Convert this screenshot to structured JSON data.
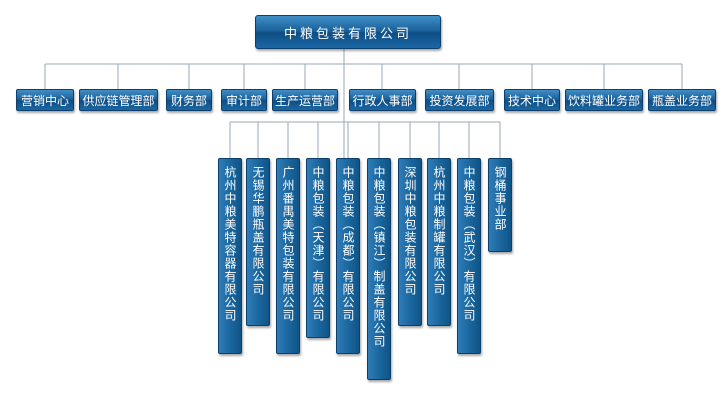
{
  "root": {
    "label": "中粮包装有限公司"
  },
  "departments": [
    {
      "label": "营销中心"
    },
    {
      "label": "供应链管理部"
    },
    {
      "label": "财务部"
    },
    {
      "label": "审计部"
    },
    {
      "label": "生产运营部"
    },
    {
      "label": "行政人事部"
    },
    {
      "label": "投资发展部"
    },
    {
      "label": "技术中心"
    },
    {
      "label": "饮料罐业务部"
    },
    {
      "label": "瓶盖业务部"
    }
  ],
  "subsidiaries": [
    {
      "label": "杭州中粮美特容器有限公司"
    },
    {
      "label": "无锡华鹏瓶盖有限公司"
    },
    {
      "label": "广州番禺美特包装有限公司"
    },
    {
      "label": "中粮包装（天津）有限公司"
    },
    {
      "label": "中粮包装（成都）有限公司"
    },
    {
      "label": "中粮包装（镇江）制盖有限公司"
    },
    {
      "label": "深圳中粮包装有限公司"
    },
    {
      "label": "杭州中粮制罐有限公司"
    },
    {
      "label": "中粮包装（武汉）有限公司"
    },
    {
      "label": "钢桶事业部"
    }
  ]
}
